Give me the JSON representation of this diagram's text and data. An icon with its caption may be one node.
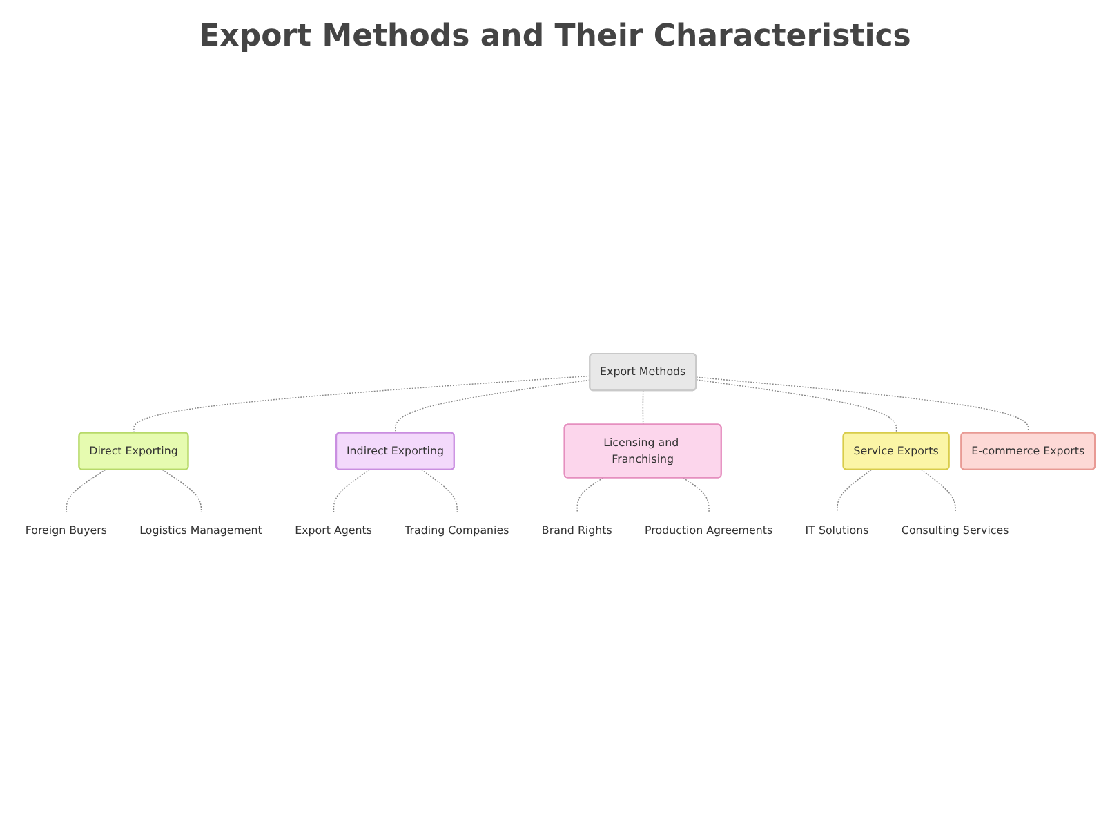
{
  "diagram": {
    "title": "Export Methods and Their Characteristics",
    "nodes": [
      {
        "text": [
          "Export Methods"
        ]
      },
      {
        "text": [
          "Direct Exporting"
        ]
      },
      {
        "text": [
          "Foreign Buyers"
        ]
      },
      {
        "text": [
          "Logistics Management"
        ]
      },
      {
        "text": [
          "Indirect Exporting"
        ]
      },
      {
        "text": [
          "Export Agents"
        ]
      },
      {
        "text": [
          "Trading Companies"
        ]
      },
      {
        "text": [
          "Licensing and Franchising"
        ]
      },
      {
        "text": [
          "Brand Rights"
        ]
      },
      {
        "text": [
          "Production Agreements"
        ]
      },
      {
        "text": [
          "Service Exports"
        ]
      },
      {
        "text": [
          "IT Solutions"
        ]
      },
      {
        "text": [
          "Consulting Services"
        ]
      },
      {
        "text": [
          "E-commerce Exports"
        ]
      }
    ],
    "edges": [
      {
        "from": 0,
        "to": 1,
        "arrow": "none",
        "style": "dashed"
      },
      {
        "from": 1,
        "to": 2,
        "arrow": "none",
        "style": "dashed"
      },
      {
        "from": 1,
        "to": 3,
        "arrow": "none",
        "style": "dashed"
      },
      {
        "from": 0,
        "to": 4,
        "arrow": "none",
        "style": "dashed"
      },
      {
        "from": 4,
        "to": 5,
        "arrow": "none",
        "style": "dashed"
      },
      {
        "from": 4,
        "to": 6,
        "arrow": "none",
        "style": "dashed"
      },
      {
        "from": 0,
        "to": 7,
        "arrow": "none",
        "style": "dashed"
      },
      {
        "from": 7,
        "to": 8,
        "arrow": "none",
        "style": "dashed"
      },
      {
        "from": 7,
        "to": 9,
        "arrow": "none",
        "style": "dashed"
      },
      {
        "from": 0,
        "to": 10,
        "arrow": "none",
        "style": "dashed"
      },
      {
        "from": 10,
        "to": 11,
        "arrow": "none",
        "style": "dashed"
      },
      {
        "from": 10,
        "to": 12,
        "arrow": "none",
        "style": "dashed"
      },
      {
        "from": 0,
        "to": 13,
        "arrow": "none",
        "style": "dashed"
      }
    ]
  }
}
